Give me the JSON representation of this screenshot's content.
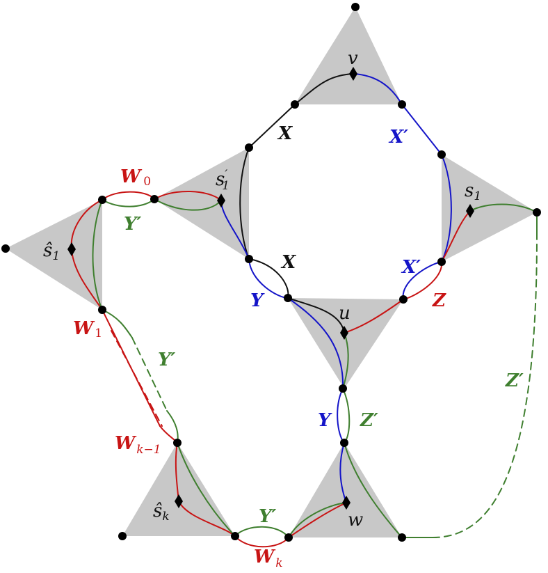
{
  "colors": {
    "black": "#111111",
    "blue": "#1414c8",
    "red": "#c81414",
    "green": "#3f7f2f",
    "triangle": "#c8c8c8"
  },
  "labels": {
    "v": "v",
    "u": "u",
    "w": "w",
    "s1": "s",
    "s1_sub": "1",
    "s1p": "s",
    "s1p_sub": "1",
    "s1p_prime": "′",
    "s1hat": "ŝ",
    "s1hat_sub": "1",
    "skhat": "ŝ",
    "skhat_sub": "k",
    "X_top": "X",
    "X_mid": "X",
    "Xp_top": "X′",
    "Xp_mid": "X′",
    "Y_left": "Y",
    "Y_low": "Y",
    "Z_right": "Z",
    "Zp_mid": "Z′",
    "Zp_right": "Z′",
    "W0": "W",
    "W0_sub": "0",
    "W1": "W",
    "W1_sub": "1",
    "Wk1": "W",
    "Wk1_sub": "k−1",
    "Wk": "W",
    "Wk_sub": "k",
    "Yp_top": "Y′",
    "Yp_mid": "Y′",
    "Yp_bottom": "Y′"
  }
}
